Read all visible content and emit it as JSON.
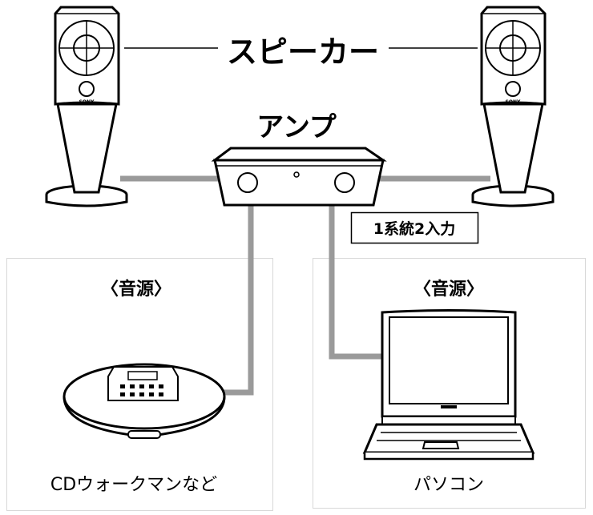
{
  "title": "スピーカー",
  "amp_label": "アンプ",
  "input_badge": "1系統2入力",
  "speaker_brand": "SONY",
  "sources": [
    {
      "heading": "〈音源〉",
      "label": "CDウォークマンなど"
    },
    {
      "heading": "〈音源〉",
      "label": "パソコン"
    }
  ],
  "colors": {
    "cable": "#9a9a9a",
    "line": "#000000",
    "box_border": "#d8d8d8"
  }
}
